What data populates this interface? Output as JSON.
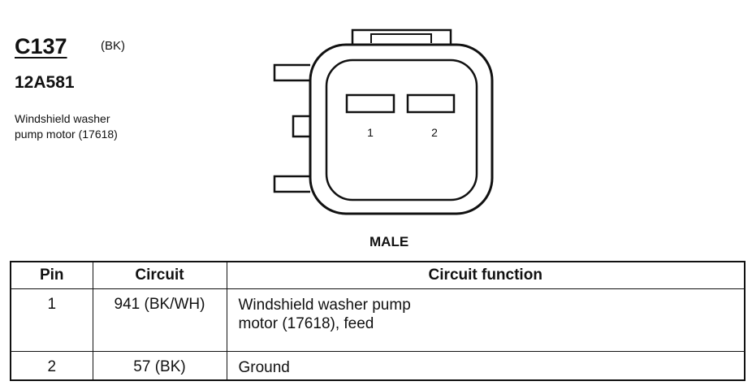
{
  "connector": {
    "id": "C137",
    "color_code": "(BK)",
    "part_number": "12A581",
    "description_lines": [
      "Windshield washer",
      "pump motor (17618)"
    ],
    "gender": "MALE"
  },
  "pins": {
    "labels": [
      "1",
      "2"
    ]
  },
  "table": {
    "headers": {
      "pin": "Pin",
      "circuit": "Circuit",
      "function": "Circuit function"
    },
    "rows": [
      {
        "pin": "1",
        "circuit": "941 (BK/WH)",
        "function_lines": [
          "Windshield washer pump",
          "motor (17618), feed"
        ]
      },
      {
        "pin": "2",
        "circuit": "57 (BK)",
        "function_lines": [
          "Ground"
        ]
      }
    ]
  }
}
